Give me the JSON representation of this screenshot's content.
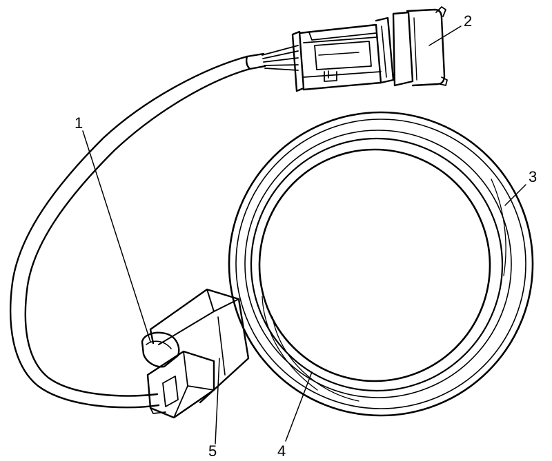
{
  "diagram": {
    "callouts": [
      {
        "id": "1",
        "label": "1"
      },
      {
        "id": "2",
        "label": "2"
      },
      {
        "id": "3",
        "label": "3"
      },
      {
        "id": "4",
        "label": "4"
      },
      {
        "id": "5",
        "label": "5"
      }
    ],
    "colors": {
      "line": "#000000",
      "background": "#ffffff"
    },
    "icons": [
      "sensor-ring",
      "cable",
      "connector",
      "sensor-housing"
    ]
  }
}
